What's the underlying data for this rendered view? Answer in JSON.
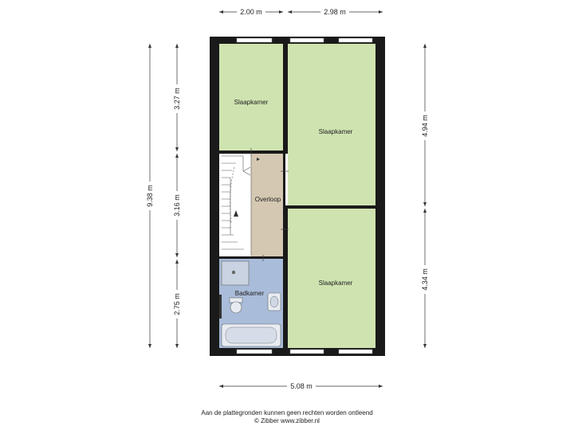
{
  "colors": {
    "bedroom": "#cfe3b0",
    "landing": "#d5c8b2",
    "bathroom": "#a9bcd9",
    "wall": "#1a1a1a",
    "window": "#ffffff"
  },
  "rooms": {
    "bedroom_top_left": "Slaapkamer",
    "bedroom_top_right": "Slaapkamer",
    "bedroom_bottom_right": "Slaapkamer",
    "landing": "Overloop",
    "bathroom": "Badkamer"
  },
  "dimensions": {
    "top_left_width": "2.00 m",
    "top_right_width": "2.98 m",
    "bottom_width": "5.08 m",
    "total_height": "9.38 m",
    "left_upper": "3.27 m",
    "left_middle": "3.16 m",
    "left_lower": "2.75 m",
    "right_upper": "4.94 m",
    "right_lower": "4.34 m"
  },
  "footer": {
    "line1": "Aan de plattegronden kunnen geen rechten worden ontleend",
    "line2": "© Zibber www.zibber.nl"
  }
}
